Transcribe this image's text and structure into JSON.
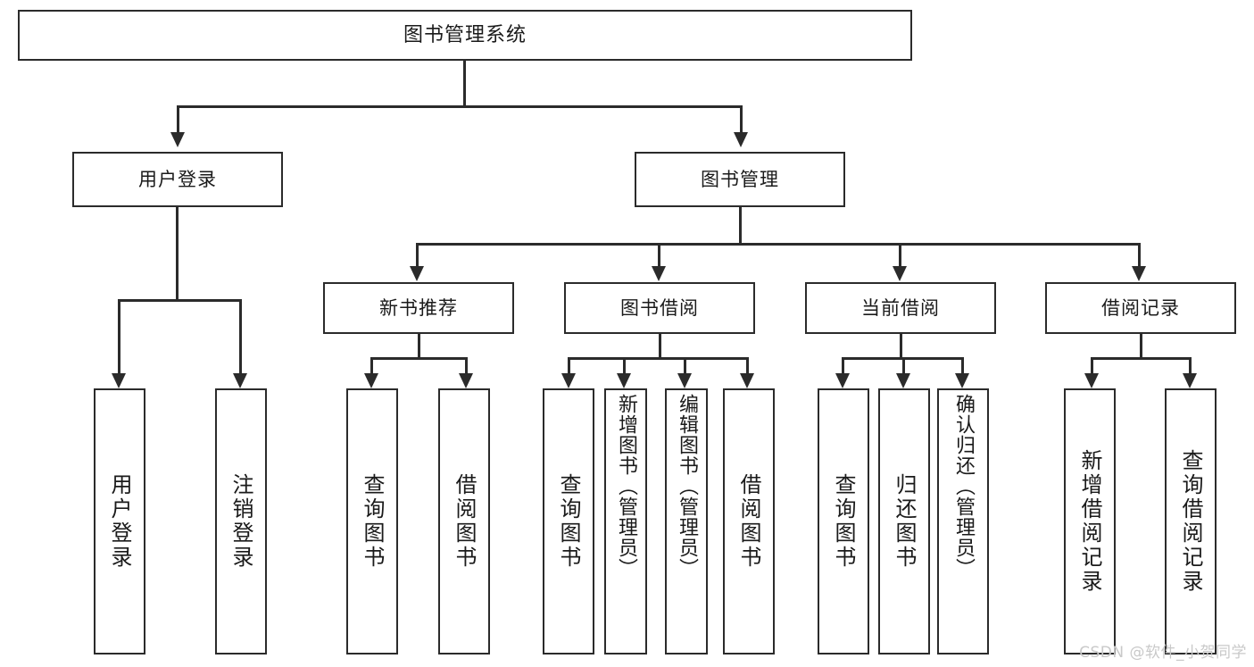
{
  "diagram": {
    "type": "tree-hierarchy",
    "title": "图书管理系统",
    "orientation": "top-down",
    "colors": {
      "stroke": "#2b2b2b",
      "fill": "#ffffff",
      "text": "#1a1a1a",
      "watermark": "#c9c9c9"
    },
    "root": {
      "label": "图书管理系统"
    },
    "level2": [
      {
        "label": "用户登录"
      },
      {
        "label": "图书管理"
      }
    ],
    "level3": [
      {
        "label": "新书推荐"
      },
      {
        "label": "图书借阅"
      },
      {
        "label": "当前借阅"
      },
      {
        "label": "借阅记录"
      }
    ],
    "leaves": {
      "user_login": [
        {
          "label": "用户登录"
        },
        {
          "label": "注销登录"
        }
      ],
      "new_book_recommend": [
        {
          "label": "查询图书"
        },
        {
          "label": "借阅图书"
        }
      ],
      "book_borrow": [
        {
          "label": "查询图书"
        },
        {
          "label": "新增图书（管理员）"
        },
        {
          "label": "编辑图书（管理员）"
        },
        {
          "label": "借阅图书"
        }
      ],
      "current_borrow": [
        {
          "label": "查询图书"
        },
        {
          "label": "归还图书"
        },
        {
          "label": "确认归还（管理员）"
        }
      ],
      "borrow_record": [
        {
          "label": "新增借阅记录"
        },
        {
          "label": "查询借阅记录"
        }
      ]
    }
  },
  "watermark": {
    "text": "CSDN @软件_小贺同学"
  }
}
